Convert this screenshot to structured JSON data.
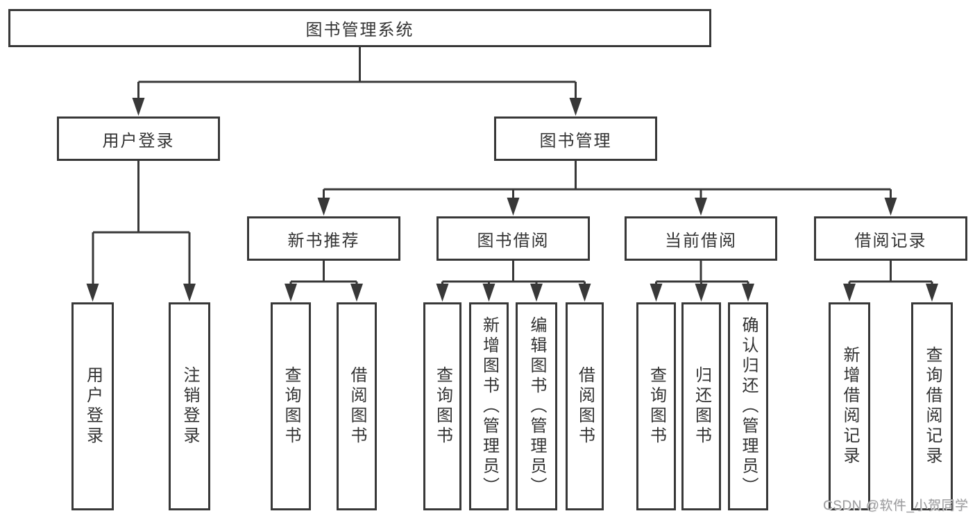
{
  "diagram": {
    "type": "hierarchy-tree",
    "orientation": "top-down",
    "tree": {
      "root": {
        "label": "图书管理系统"
      },
      "branches": [
        {
          "label": "用户登录",
          "children": [
            {
              "label": "用户登录"
            },
            {
              "label": "注销登录"
            }
          ]
        },
        {
          "label": "图书管理",
          "children": [
            {
              "label": "新书推荐",
              "children": [
                {
                  "label": "查询图书"
                },
                {
                  "label": "借阅图书"
                }
              ]
            },
            {
              "label": "图书借阅",
              "children": [
                {
                  "label": "查询图书"
                },
                {
                  "label": "新增图书（管理员）"
                },
                {
                  "label": "编辑图书（管理员）"
                },
                {
                  "label": "借阅图书"
                }
              ]
            },
            {
              "label": "当前借阅",
              "children": [
                {
                  "label": "查询图书"
                },
                {
                  "label": "归还图书"
                },
                {
                  "label": "确认归还（管理员）"
                }
              ]
            },
            {
              "label": "借阅记录",
              "children": [
                {
                  "label": "新增借阅记录"
                },
                {
                  "label": "查询借阅记录"
                }
              ]
            }
          ]
        }
      ]
    },
    "colors": {
      "line": "#383838",
      "box_border": "#383838",
      "box_fill": "#ffffff",
      "text": "#333333",
      "background": "#ffffff",
      "watermark_text": "#9c9c9e"
    }
  },
  "watermark": {
    "text": "CSDN @软件_小贺同学"
  }
}
